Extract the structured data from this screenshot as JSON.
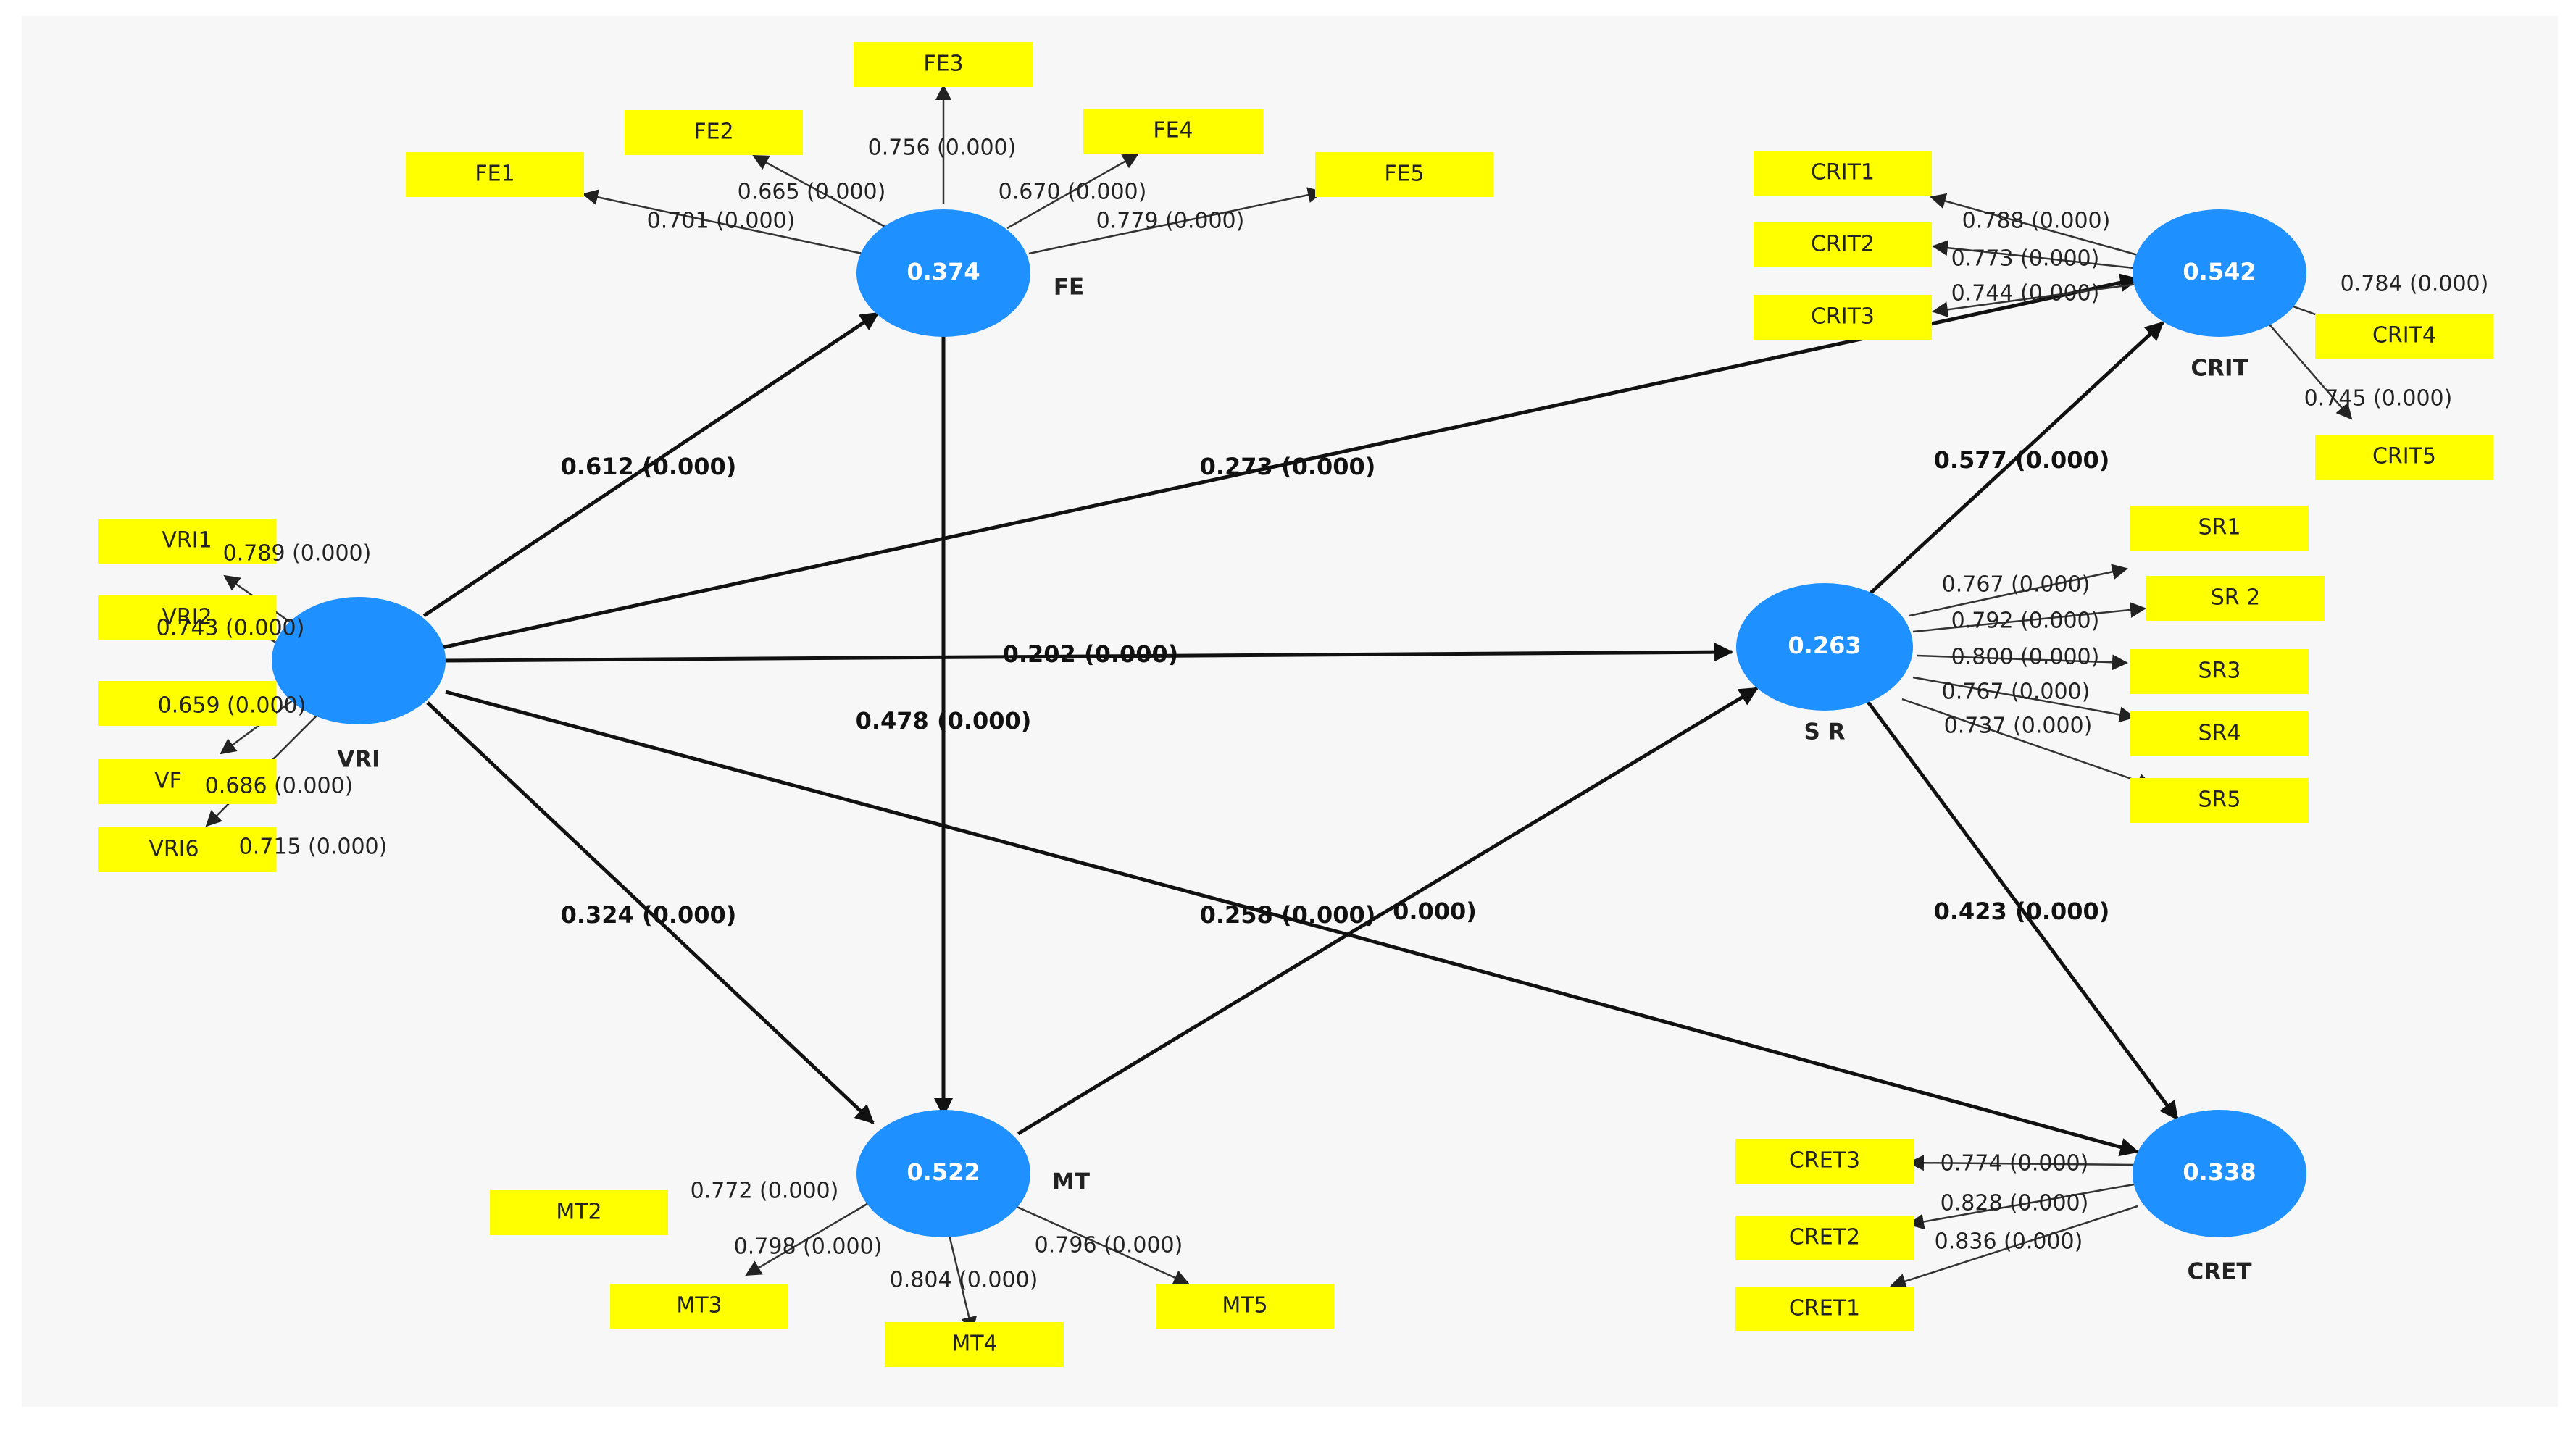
{
  "diagram": {
    "colors": {
      "latent_fill": "#1e90ff",
      "indicator_fill": "#ffff00",
      "background": "#f7f7f7"
    },
    "latents": [
      {
        "id": "VRI",
        "name": "VRI",
        "value": ""
      },
      {
        "id": "FE",
        "name": "FE",
        "value": "0.374"
      },
      {
        "id": "MT",
        "name": "MT",
        "value": "0.522"
      },
      {
        "id": "SR",
        "name": "S R",
        "value": "0.263"
      },
      {
        "id": "CRIT",
        "name": "CRIT",
        "value": "0.542"
      },
      {
        "id": "CRET",
        "name": "CRET",
        "value": "0.338"
      }
    ],
    "indicators": [
      {
        "id": "FE1",
        "label": "FE1",
        "latent": "FE",
        "loading": "0.701 (0.000)"
      },
      {
        "id": "FE2",
        "label": "FE2",
        "latent": "FE",
        "loading": "0.665 (0.000)"
      },
      {
        "id": "FE3",
        "label": "FE3",
        "latent": "FE",
        "loading": "0.756 (0.000)"
      },
      {
        "id": "FE4",
        "label": "FE4",
        "latent": "FE",
        "loading": "0.670 (0.000)"
      },
      {
        "id": "FE5",
        "label": "FE5",
        "latent": "FE",
        "loading": "0.779 (0.000)"
      },
      {
        "id": "CRIT1",
        "label": "CRIT1",
        "latent": "CRIT",
        "loading": "0.788 (0.000)"
      },
      {
        "id": "CRIT2",
        "label": "CRIT2",
        "latent": "CRIT",
        "loading": "0.773 (0.000)"
      },
      {
        "id": "CRIT3",
        "label": "CRIT3",
        "latent": "CRIT",
        "loading": "0.744 (0.000)"
      },
      {
        "id": "CRIT4",
        "label": "CRIT4",
        "latent": "CRIT",
        "loading": "0.784 (0.000)"
      },
      {
        "id": "CRIT5",
        "label": "CRIT5",
        "latent": "CRIT",
        "loading": "0.745 (0.000)"
      },
      {
        "id": "VRI1",
        "label": "VRI1",
        "latent": "VRI",
        "loading": "0.789  (0.000)"
      },
      {
        "id": "VRI2",
        "label": "VRI2",
        "latent": "VRI",
        "loading": "0.743 (0.000)"
      },
      {
        "id": "VRI3",
        "label": "",
        "latent": "VRI",
        "loading": "0.659 (0.000)"
      },
      {
        "id": "VRI4",
        "label": "VF",
        "latent": "VRI",
        "loading": "0.686 (0.000)"
      },
      {
        "id": "VRI6",
        "label": "VRI6",
        "latent": "VRI",
        "loading": "0.715 (0.000)"
      },
      {
        "id": "SR1",
        "label": "SR1",
        "latent": "SR",
        "loading": "0.767 (0.000)"
      },
      {
        "id": "SR2",
        "label": "SR 2",
        "latent": "SR",
        "loading": "0.792 (0.000)"
      },
      {
        "id": "SR3",
        "label": "SR3",
        "latent": "SR",
        "loading": "0.800 (0.000)"
      },
      {
        "id": "SR4",
        "label": "SR4",
        "latent": "SR",
        "loading": "0.767 (0.000)"
      },
      {
        "id": "SR5",
        "label": "SR5",
        "latent": "SR",
        "loading": "0.737 (0.000)"
      },
      {
        "id": "MT2",
        "label": "MT2",
        "latent": "MT",
        "loading": "0.772 (0.000)"
      },
      {
        "id": "MT3",
        "label": "MT3",
        "latent": "MT",
        "loading": "0.798 (0.000)"
      },
      {
        "id": "MT4",
        "label": "MT4",
        "latent": "MT",
        "loading": "0.804 (0.000)"
      },
      {
        "id": "MT5",
        "label": "MT5",
        "latent": "MT",
        "loading": "0.796 (0.000)"
      },
      {
        "id": "CRET3",
        "label": "CRET3",
        "latent": "CRET",
        "loading": "0.774 (0.000)"
      },
      {
        "id": "CRET2",
        "label": "CRET2",
        "latent": "CRET",
        "loading": "0.828 (0.000)"
      },
      {
        "id": "CRET1",
        "label": "CRET1",
        "latent": "CRET",
        "loading": "0.836 (0.000)"
      }
    ],
    "paths": [
      {
        "from": "VRI",
        "to": "FE",
        "label": "0.612 (0.000)"
      },
      {
        "from": "VRI",
        "to": "CRIT",
        "label": "0.273 (0.000)"
      },
      {
        "from": "VRI",
        "to": "SR",
        "label": "0.202 (0.000)"
      },
      {
        "from": "VRI",
        "to": "MT",
        "label": "0.324 (0.000)"
      },
      {
        "from": "VRI",
        "to": "CRET",
        "label": "0.258 (0.000)"
      },
      {
        "from": "FE",
        "to": "MT",
        "label": "0.478 (0.000)"
      },
      {
        "from": "MT",
        "to": "SR",
        "label": "0.000)"
      },
      {
        "from": "SR",
        "to": "CRIT",
        "label": "0.577 (0.000)"
      },
      {
        "from": "SR",
        "to": "CRET",
        "label": "0.423 (0.000)"
      }
    ]
  }
}
